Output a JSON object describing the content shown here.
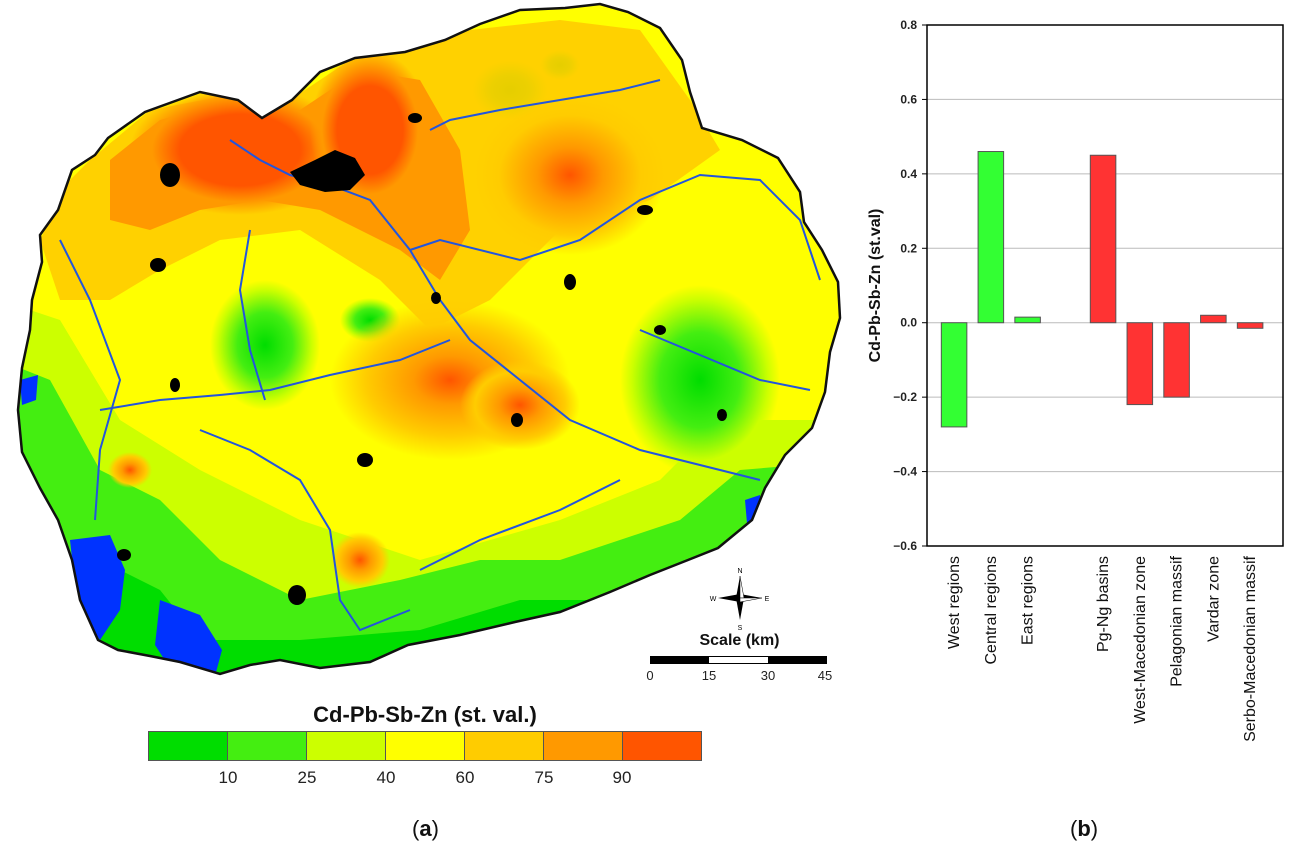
{
  "map": {
    "legend_title": "Cd-Pb-Sb-Zn (st. val.)",
    "legend_colors": [
      "#00dd00",
      "#44ee11",
      "#ccff00",
      "#ffff00",
      "#ffcc00",
      "#ff9900",
      "#ff5500"
    ],
    "legend_ticks": [
      "10",
      "25",
      "40",
      "60",
      "75",
      "90"
    ],
    "scale_title": "Scale (km)",
    "scale_ticks": [
      "0",
      "15",
      "30",
      "45"
    ],
    "compass": {
      "n": "N",
      "s": "S",
      "e": "E",
      "w": "W"
    },
    "panel_label": "a"
  },
  "chart_data": {
    "type": "bar",
    "ylabel": "Cd-Pb-Sb-Zn (st.val)",
    "ylim": [
      -0.6,
      0.8
    ],
    "yticks": [
      "0.8",
      "0.6",
      "0.4",
      "0.2",
      "0.0",
      "−0.2",
      "−0.4",
      "−0.6"
    ],
    "grid": true,
    "categories": [
      "West regions",
      "Central regions",
      "East regions",
      "Pg-Ng basins",
      "West-Macedonian zone",
      "Pelagonian massif",
      "Vardar zone",
      "Serbo-Macedonian massif"
    ],
    "values": [
      -0.28,
      0.46,
      0.015,
      0.45,
      -0.22,
      -0.2,
      0.02,
      -0.015
    ],
    "colors": [
      "#33ff33",
      "#33ff33",
      "#33ff33",
      "#ff3333",
      "#ff3333",
      "#ff3333",
      "#ff3333",
      "#ff3333"
    ],
    "panel_label": "b"
  }
}
